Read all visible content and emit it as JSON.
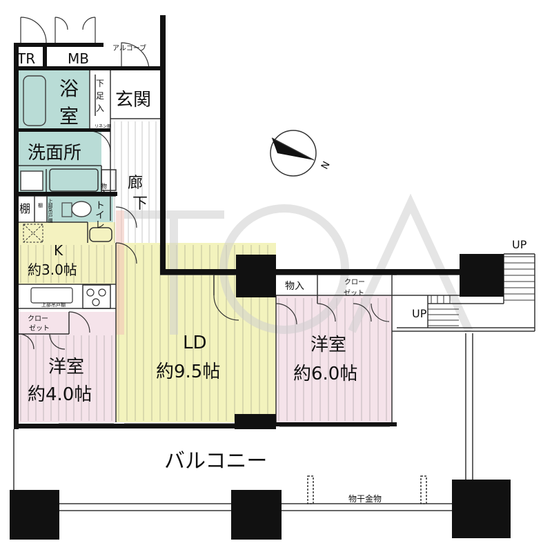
{
  "colors": {
    "wet": "#b9dcd6",
    "kitchen": "#f4f2c0",
    "ld": "#f3f3bd",
    "western": "#f5e3ea",
    "wall": "#111111",
    "line": "#333333",
    "watermark": "#cfcfcf",
    "watermark_accent": "#f2c3b8"
  },
  "labels": {
    "tr": "TR",
    "mb": "MB",
    "alcove": "アルコーブ",
    "bath_1": "浴",
    "bath_2": "室",
    "shoe_1": "下",
    "shoe_2": "足",
    "shoe_3": "入",
    "entrance": "玄関",
    "linen": "リネン棚",
    "washroom": "洗面所",
    "storage_small": "物入",
    "hall_1": "廊",
    "hall_2": "下",
    "shelf": "棚",
    "shelf_small": "棚",
    "upper_shelf_1": "上部吊戸棚",
    "toilet": "トイレ",
    "kitchen_name": "K",
    "kitchen_size": "約3.0帖",
    "upper_shelf_2": "上部吊戸棚",
    "closet_left_1": "クロー",
    "closet_left_2": "ゼット",
    "western_left_name": "洋室",
    "western_left_size": "約4.0帖",
    "ld_name": "LD",
    "ld_size": "約9.5帖",
    "storage_right": "物入",
    "closet_right_1": "クロー",
    "closet_right_2": "ゼット",
    "western_right_name": "洋室",
    "western_right_size": "約6.0帖",
    "up_top": "UP",
    "up_bottom": "UP",
    "balcony": "バルコニー",
    "laundry": "物干金物",
    "north": "N"
  },
  "icons": {
    "compass": "north-arrow-icon",
    "bathtub": "bathtub-icon",
    "sink": "sink-icon",
    "toilet": "toilet-icon",
    "stove": "stove-icon",
    "watermark": "toa-watermark-logo"
  }
}
